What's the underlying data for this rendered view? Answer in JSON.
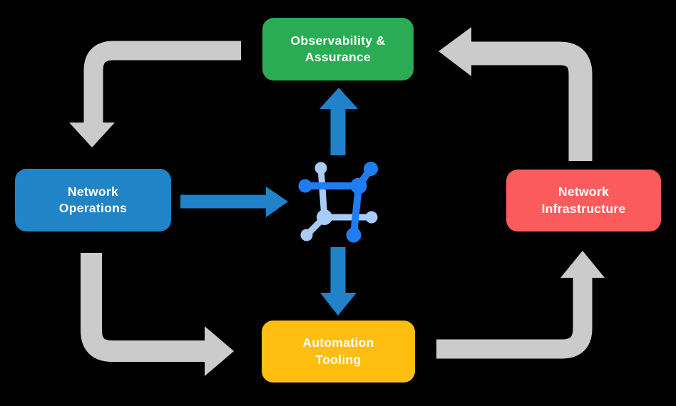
{
  "canvas": {
    "background_color": "#000000"
  },
  "nodes": [
    {
      "id": "observability-assurance",
      "lines": [
        "Observability &",
        "Assurance"
      ],
      "color": "#29AC54",
      "text_color": "#FFFFFF"
    },
    {
      "id": "network-operations",
      "lines": [
        "Network",
        "Operations"
      ],
      "color": "#2184C6",
      "text_color": "#FFFFFF"
    },
    {
      "id": "network-infrastructure",
      "lines": [
        "Network",
        "Infrastructure"
      ],
      "color": "#FC5B5E",
      "text_color": "#FFFFFF"
    },
    {
      "id": "automation-tooling",
      "lines": [
        "Automation",
        "Tooling"
      ],
      "color": "#FEBE10",
      "text_color": "#FFFFFF"
    }
  ],
  "center_icon": {
    "name": "network-automation-icon",
    "primary_color": "#1E7DF1",
    "secondary_color": "#A9CBF7"
  },
  "arrows": {
    "cycle_color": "#CBCBCB",
    "flow_color": "#2182C9",
    "cycle": [
      "observability-assurance to network-operations",
      "network-operations to automation-tooling",
      "automation-tooling to network-infrastructure",
      "network-infrastructure to observability-assurance"
    ],
    "flows": [
      "network-operations to center-icon",
      "center-icon to observability-assurance",
      "center-icon to automation-tooling"
    ]
  }
}
